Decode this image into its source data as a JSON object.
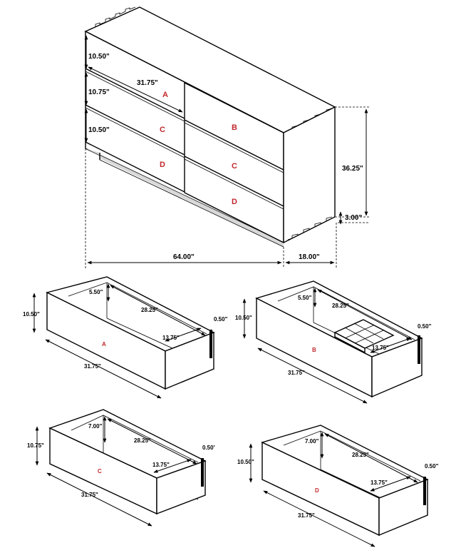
{
  "colors": {
    "letter": "#c0282d",
    "line": "#000000"
  },
  "dresser": {
    "drawer_heights": [
      "10.50\"",
      "10.75\"",
      "10.50\""
    ],
    "drawer_width": "31.75\"",
    "height": "36.25\"",
    "base_height": "3.00\"",
    "width": "64.00\"",
    "depth": "18.00\"",
    "letters": {
      "top_left": "A",
      "mid_left": "C",
      "bot_left": "D",
      "top_right": "B",
      "mid_right": "C",
      "bot_right": "D"
    }
  },
  "drawers": [
    {
      "letter": "A",
      "height": "10.50\"",
      "inner_height": "5.50\"",
      "depth": "28.25\"",
      "inner_width": "13.75\"",
      "side": "0.50\"",
      "width": "31.75\""
    },
    {
      "letter": "B",
      "height": "10.50\"",
      "inner_height": "5.50\"",
      "depth": "28.25\"",
      "inner_width": "13.75\"",
      "side": "0.50\"",
      "width": "31.75\""
    },
    {
      "letter": "C",
      "height": "10.75\"",
      "inner_height": "7.00\"",
      "depth": "28.25\"",
      "inner_width": "13.75\"",
      "side": "0.50'",
      "width": "31.75\""
    },
    {
      "letter": "D",
      "height": "10.50\"",
      "inner_height": "7.00\"",
      "depth": "28.25\"",
      "inner_width": "13.75\"",
      "side": "0.50\"",
      "width": "31.75\""
    }
  ]
}
